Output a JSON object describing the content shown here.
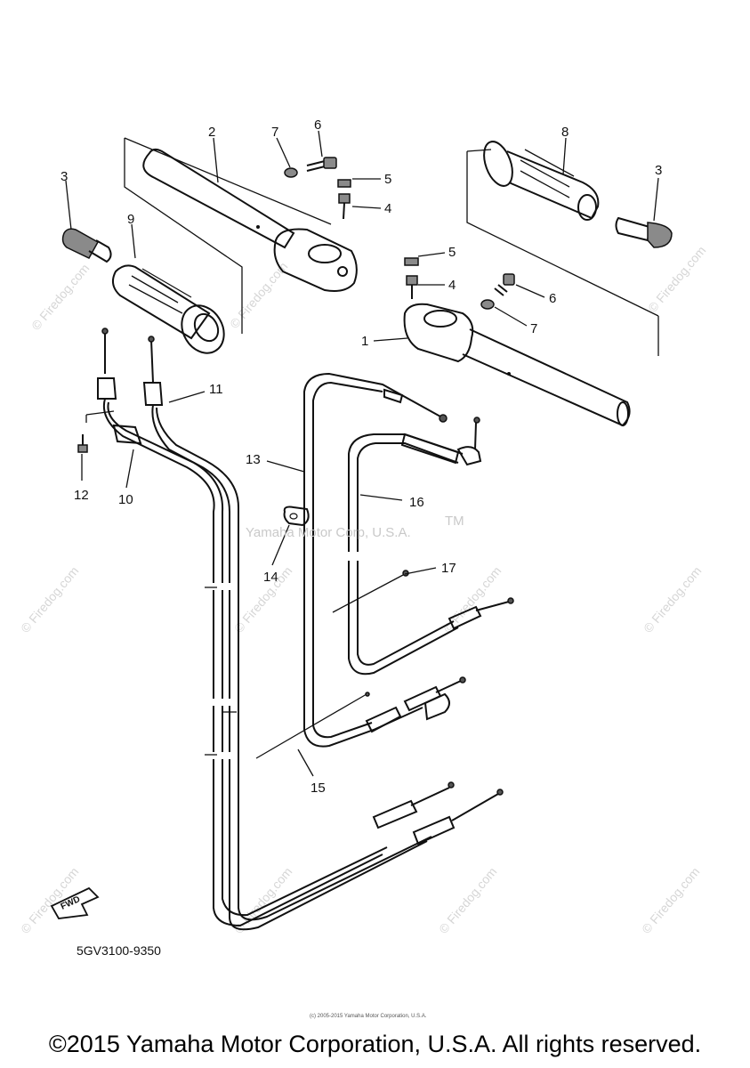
{
  "labels": {
    "l1": "1",
    "l2": "2",
    "l3a": "3",
    "l3b": "3",
    "l4a": "4",
    "l4b": "4",
    "l5a": "5",
    "l5b": "5",
    "l6a": "6",
    "l6b": "6",
    "l7a": "7",
    "l7b": "7",
    "l8": "8",
    "l9": "9",
    "l10": "10",
    "l11": "11",
    "l12": "12",
    "l13": "13",
    "l14": "14",
    "l15": "15",
    "l16": "16",
    "l17": "17"
  },
  "watermark": {
    "center": "Yamaha Motor Corp, U.S.A.",
    "tm": "TM",
    "corner": "© Firedog.com"
  },
  "fwd_label": "FWD",
  "diagram_code": "5GV3100-9350",
  "fine_print": "(c) 2005-2015 Yamaha Motor Corporation, U.S.A.",
  "copyright": "©2015 Yamaha Motor Corporation, U.S.A. All rights reserved."
}
